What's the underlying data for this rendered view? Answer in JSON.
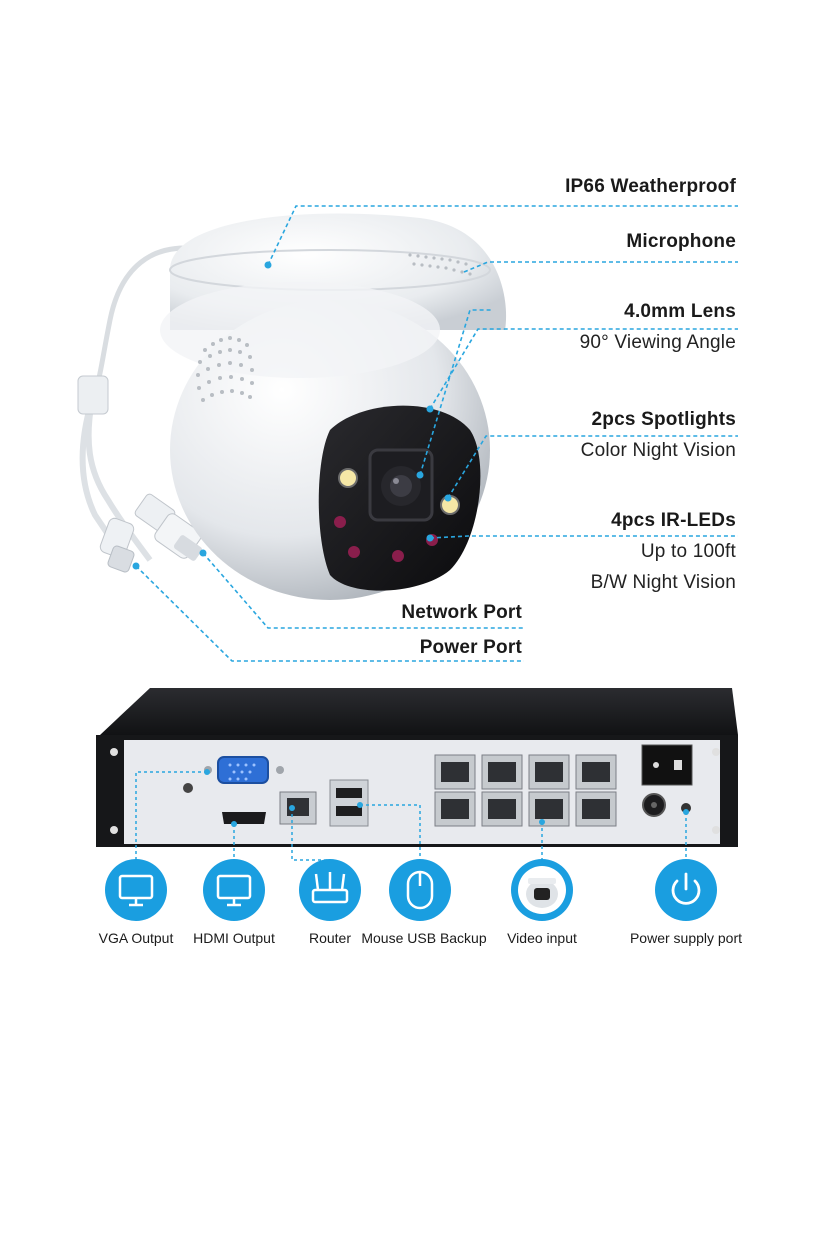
{
  "camera_features": [
    {
      "title": "IP66 Weatherproof"
    },
    {
      "title": "Microphone"
    },
    {
      "title": "4.0mm Lens",
      "details": [
        "90° Viewing Angle"
      ]
    },
    {
      "title": "2pcs Spotlights",
      "details": [
        "Color Night Vision"
      ]
    },
    {
      "title": "4pcs IR-LEDs",
      "details": [
        "Up to 100ft",
        "B/W Night Vision"
      ]
    },
    {
      "title": "Network Port"
    },
    {
      "title": "Power Port"
    }
  ],
  "nvr_ports": [
    {
      "label": "VGA Output",
      "icon": "monitor-icon"
    },
    {
      "label": "HDMI Output",
      "icon": "monitor-icon"
    },
    {
      "label": "Router",
      "icon": "router-icon"
    },
    {
      "label": "Mouse USB Backup",
      "icon": "mouse-icon"
    },
    {
      "label": "Video input",
      "icon": "camera-icon"
    },
    {
      "label": "Power supply port",
      "icon": "power-icon"
    }
  ],
  "colors": {
    "accent": "#1a9ee0",
    "leader_line": "#29a6df",
    "nvr_body": "#1c1c1e",
    "nvr_panel": "#e9ebef"
  }
}
